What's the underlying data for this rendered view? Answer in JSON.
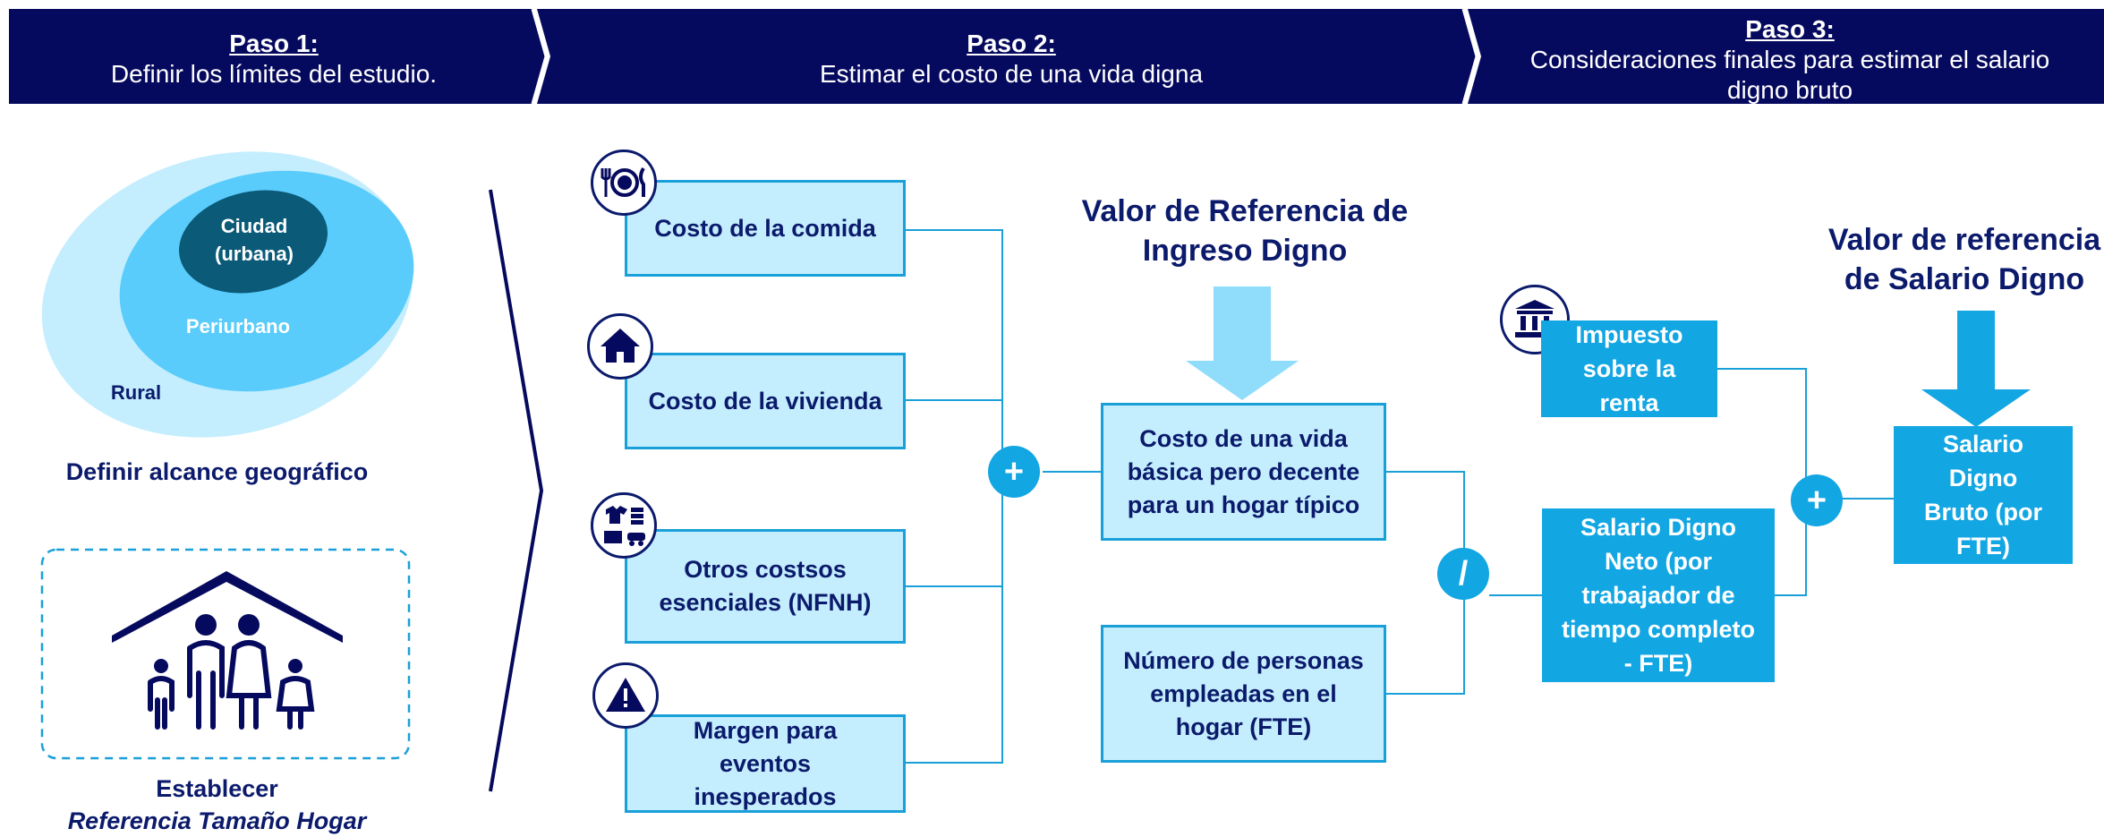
{
  "steps": [
    {
      "title": "Paso 1:",
      "text": "Definir los límites del estudio."
    },
    {
      "title": "Paso 2:",
      "text": "Estimar el costo de una vida digna"
    },
    {
      "title": "Paso 3:",
      "text": "Consideraciones finales para estimar el salario digno bruto"
    }
  ],
  "geo": {
    "inner": "Ciudad (urbana)",
    "middle": "Periurbano",
    "outer": "Rural",
    "caption": "Definir alcance geográfico"
  },
  "household": {
    "caption_line1": "Establecer",
    "caption_line2": "Referencia Tamaño Hogar"
  },
  "costs": [
    {
      "label": "Costo de la comida",
      "icon": "food-icon"
    },
    {
      "label": "Costo de la vivienda",
      "icon": "house-icon"
    },
    {
      "label": "Otros costsos esenciales (NFNH)",
      "icon": "essentials-icon"
    },
    {
      "label": "Margen para eventos inesperados",
      "icon": "warning-icon"
    }
  ],
  "operators": {
    "plus": "+",
    "divide": "/"
  },
  "income_heading": "Valor de Referencia de Ingreso Digno",
  "basic_life_box": "Costo de una vida básica pero decente para un hogar típico",
  "workers_box": "Número de personas empleadas en el hogar (FTE)",
  "tax_box": "Impuesto sobre la renta",
  "net_wage_box": "Salario Digno Neto (por trabajador de tiempo completo - FTE)",
  "wage_heading": "Valor de referencia de Salario Digno",
  "gross_wage_box": "Salario Digno Bruto (por FTE)",
  "colors": {
    "navy": "#060a5e",
    "text_navy": "#0b1a6b",
    "light_box": "#c4eefe",
    "accent": "#12a6e3",
    "arrow_light": "#8fdcfb"
  }
}
